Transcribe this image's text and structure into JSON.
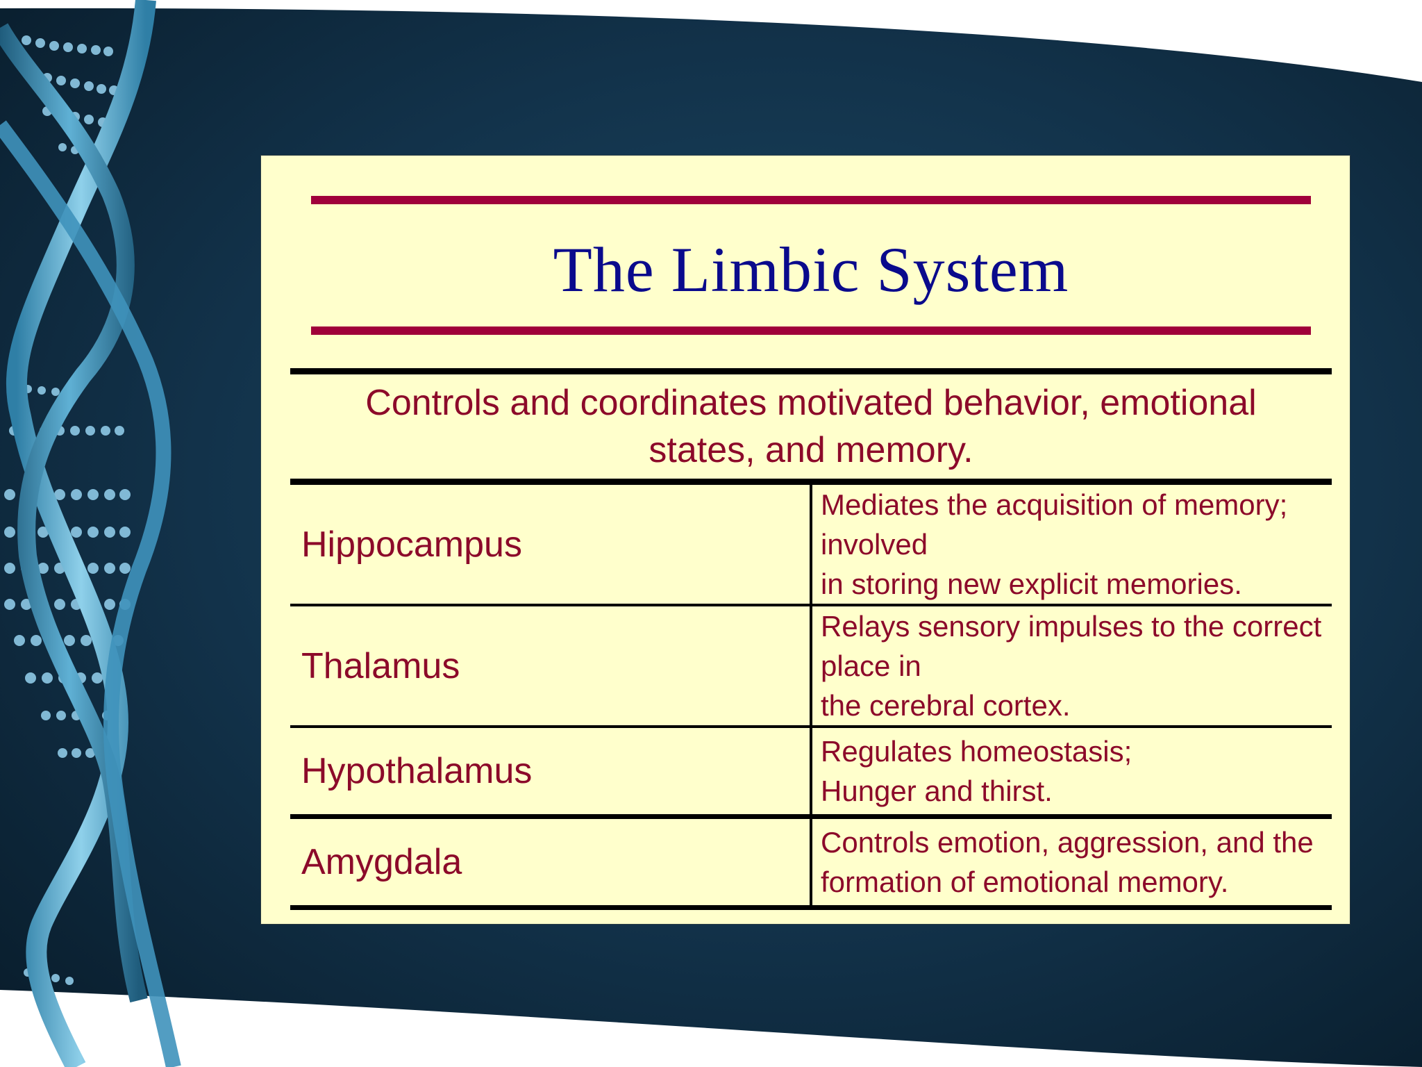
{
  "slide": {
    "title": "The Limbic System",
    "summary": "Controls and coordinates motivated behavior, emotional states, and memory.",
    "rows": [
      {
        "term": "Hippocampus",
        "description_line1": "Mediates the acquisition of memory; involved",
        "description_line2": "in storing new explicit memories."
      },
      {
        "term": "Thalamus",
        "description_line1": "Relays sensory impulses to the correct place in",
        "description_line2": "the cerebral cortex."
      },
      {
        "term": "Hypothalamus",
        "description_line1": "Regulates homeostasis;",
        "description_line2": "Hunger and thirst."
      },
      {
        "term": "Amygdala",
        "description_line1": "Controls emotion, aggression, and the",
        "description_line2": "formation of emotional memory."
      }
    ]
  },
  "theme": {
    "panel_color": "#ffffcc",
    "title_color": "#0a0a8c",
    "rule_color": "#a0003a",
    "body_text_color": "#8c0a2a",
    "background_color": "#0f2a3d",
    "dna_color": "#4fa3c7",
    "decoration_icon": "dna-helix-icon"
  }
}
